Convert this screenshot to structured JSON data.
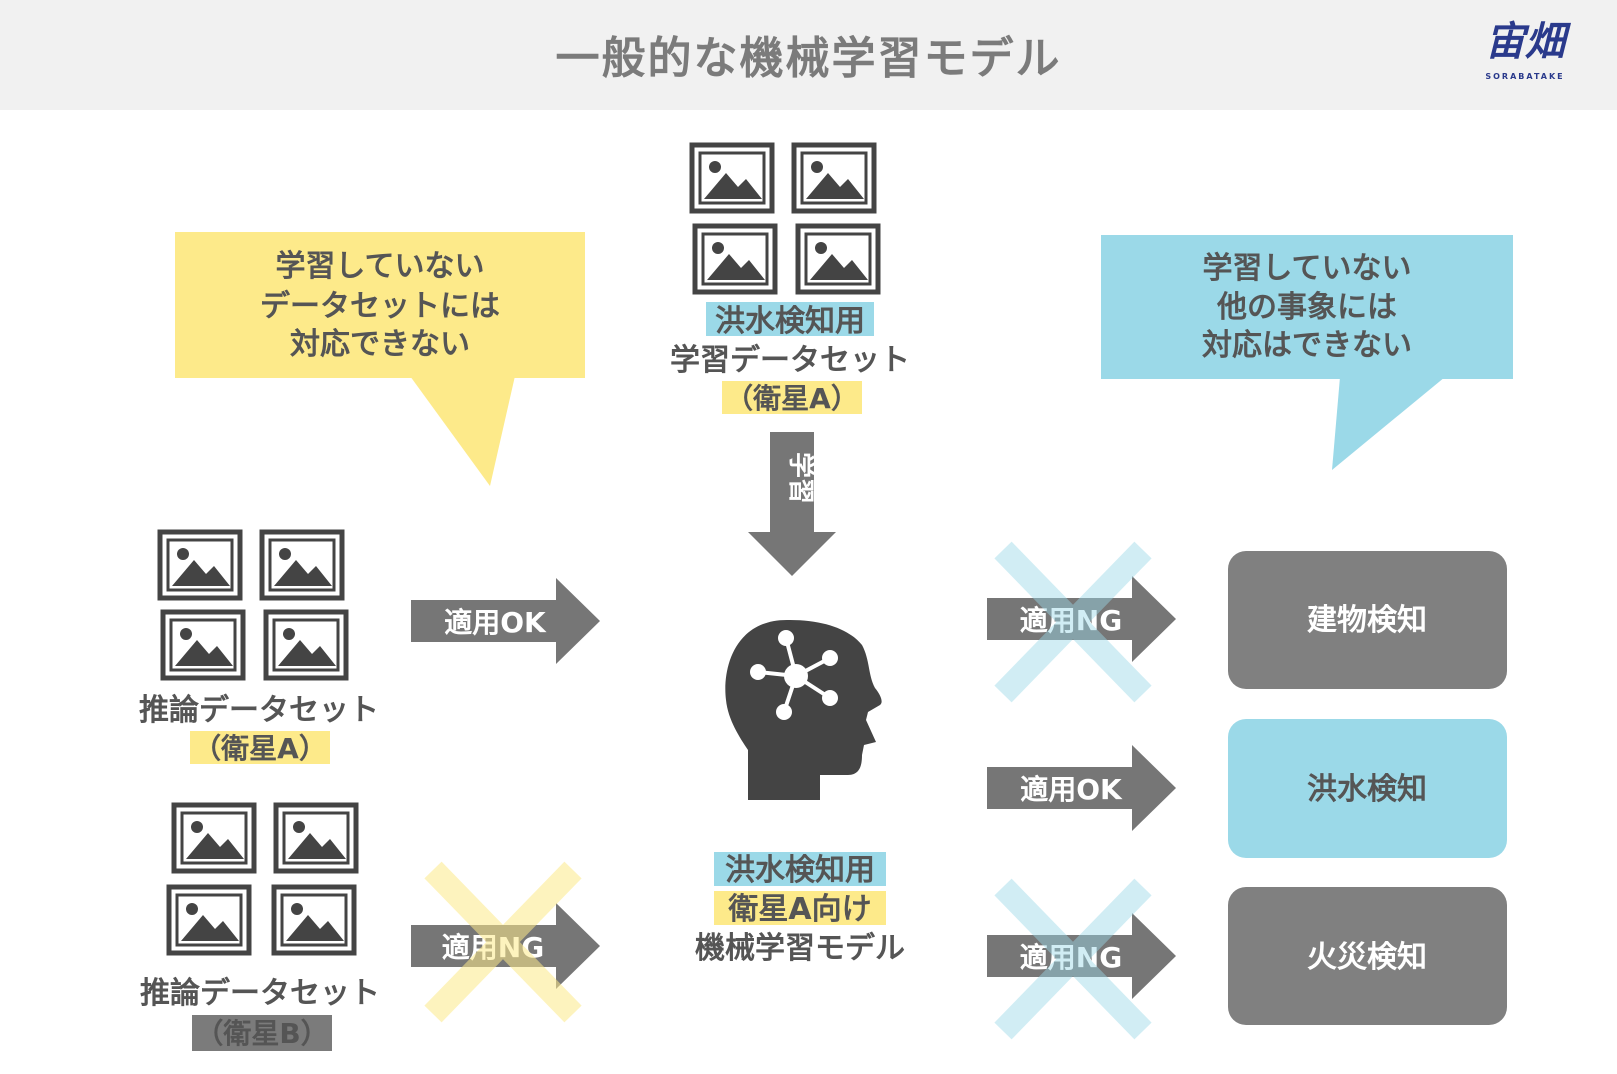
{
  "header": {
    "title": "一般的な機械学習モデル",
    "logo_text": "宙畑",
    "logo_sub": "SORABATAKE"
  },
  "callouts": {
    "left": [
      "学習していない",
      "データセットには",
      "対応できない"
    ],
    "right": [
      "学習していない",
      "他の事象には",
      "対応はできない"
    ]
  },
  "training": {
    "line1": "洪水検知用",
    "line2": "学習データセット",
    "line3": "（衛星A）",
    "arrow_label": "学習"
  },
  "inference_a": {
    "line1": "推論データセット",
    "line2": "（衛星A）",
    "arrow_label": "適用OK"
  },
  "inference_b": {
    "line1": "推論データセット",
    "line2": "（衛星B）",
    "arrow_label": "適用NG"
  },
  "model": {
    "line1": "洪水検知用",
    "line2": "衛星A向け",
    "line3": "機械学習モデル"
  },
  "outputs": [
    {
      "arrow_label": "適用NG",
      "task": "建物検知"
    },
    {
      "arrow_label": "適用OK",
      "task": "洪水検知"
    },
    {
      "arrow_label": "適用NG",
      "task": "火災検知"
    }
  ],
  "colors": {
    "yellow": "#fdea8a",
    "blue": "#9bd9e8",
    "arrow_gray": "#767676",
    "box_gray": "#808080",
    "icon_dark": "#444444"
  }
}
